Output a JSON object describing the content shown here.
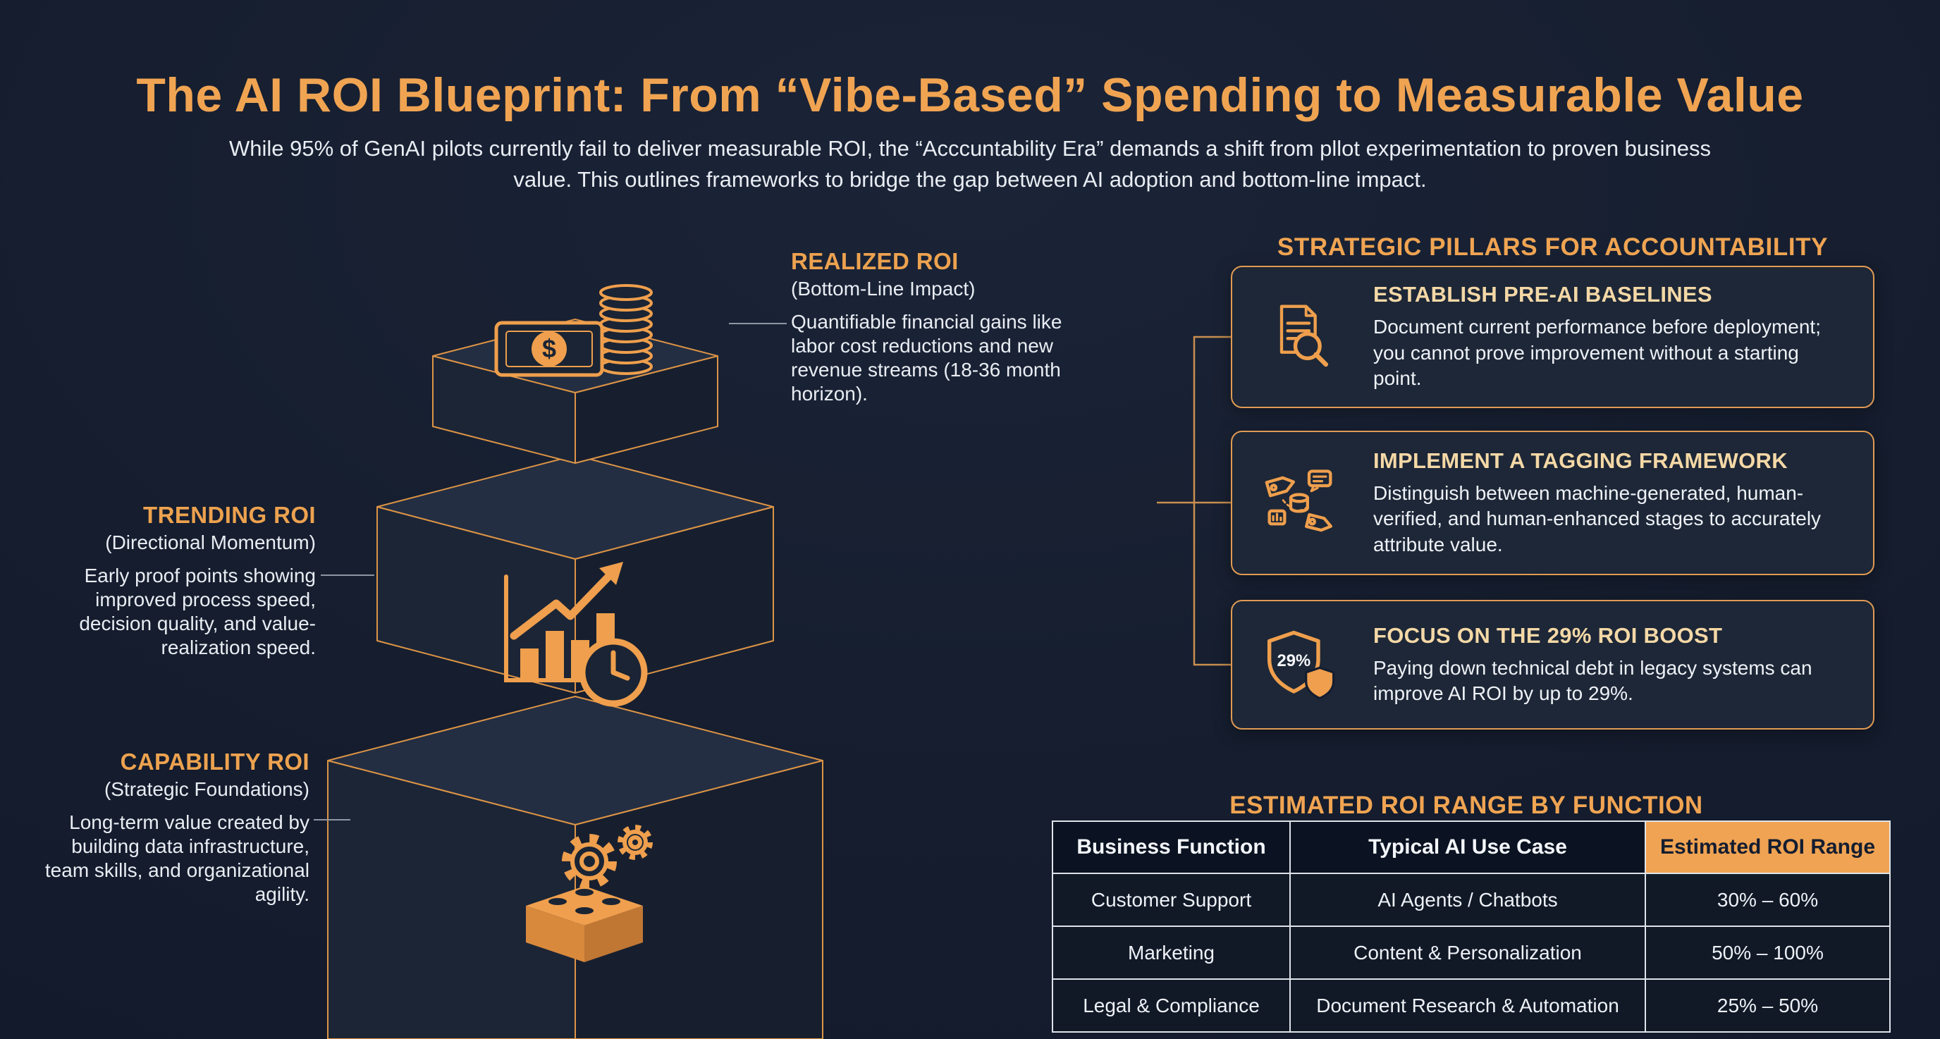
{
  "header": {
    "title": "The AI ROI Blueprint: From “Vibe-Based” Spending to Measurable Value",
    "subtitle": "While 95% of GenAI pilots currently fail to deliver measurable ROI, the “Acccuntability Era” demands a shift from pllot experimentation to proven business value. This outlines frameworks to bridge the gap between AI adoption and bottom-line impact."
  },
  "pyramid": {
    "tiers": [
      {
        "id": "realized",
        "title": "REALIZED ROI",
        "subtitle": "(Bottom-Line Impact)",
        "description": "Quantifiable financial gains like labor cost reductions and new revenue streams (18-36 month horizon).",
        "icon": "cash-and-coins-icon"
      },
      {
        "id": "trending",
        "title": "TRENDING ROI",
        "subtitle": "(Directional Momentum)",
        "description": "Early proof points showing improved process speed, decision quality, and value-realization speed.",
        "icon": "growth-chart-clock-icon"
      },
      {
        "id": "capability",
        "title": "CAPABILITY ROI",
        "subtitle": "(Strategic Foundations)",
        "description": "Long-term value created by building data infrastructure, team skills, and organizational agility.",
        "icon": "gears-brick-icon"
      }
    ]
  },
  "pillars": {
    "title": "STRATEGIC PILLARS FOR ACCOUNTABILITY",
    "items": [
      {
        "title": "ESTABLISH PRE-AI BASELINES",
        "description": "Document current performance before deployment; you cannot prove improvement without a starting point.",
        "icon": "baseline-document-icon"
      },
      {
        "title": "IMPLEMENT A TAGGING FRAMEWORK",
        "description": "Distinguish between machine-generated, human-verified, and human-enhanced stages to accurately attribute value.",
        "icon": "tagging-framework-icon"
      },
      {
        "title": "FOCUS ON THE 29% ROI BOOST",
        "description": "Paying down technical debt in legacy systems can improve AI ROI by up to 29%.",
        "icon": "shield-29-percent-icon",
        "badge": "29%"
      }
    ]
  },
  "roi_table": {
    "title": "ESTIMATED ROI RANGE BY FUNCTION",
    "headers": [
      "Business Function",
      "Typical AI Use Case",
      "Estimated ROI Range"
    ],
    "rows": [
      {
        "function": "Customer Support",
        "use_case": "AI Agents / Chatbots",
        "roi_range": "30% – 60%"
      },
      {
        "function": "Marketing",
        "use_case": "Content & Personalization",
        "roi_range": "50% – 100%"
      },
      {
        "function": "Legal & Compliance",
        "use_case": "Document Research & Automation",
        "roi_range": "25% – 50%"
      }
    ]
  },
  "icons": {
    "money_symbol": "$"
  },
  "theme": {
    "background": "#151d2e",
    "accent_orange": "#f0a452",
    "icon_orange": "#ef9f4d",
    "text_light": "#eef1f6",
    "card_background": "#1d2737",
    "card_border": "#e09a52",
    "table_header_bg": "#0b1322",
    "roi_header_bg": "#f0a352",
    "table_border": "#dfe3e9"
  }
}
